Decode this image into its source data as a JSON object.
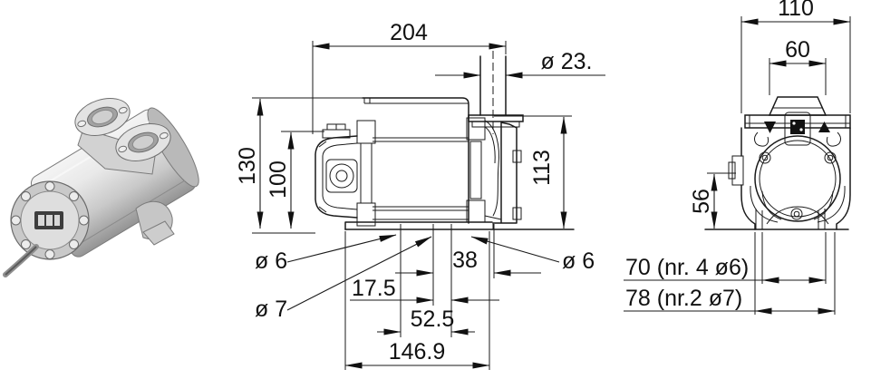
{
  "page": {
    "background": "#ffffff",
    "line_color": "#1a1a1a"
  },
  "side_view": {
    "length": "204",
    "pipe_diameter": "ø 23.",
    "overall_height": "130",
    "body_height": "100",
    "port_height": "113",
    "hole_left_dia": "ø 6",
    "hole_right_dia": "ø 6",
    "hole_mid_dia": "ø 7",
    "hole_spacing_a": "38",
    "hole_spacing_b": "17.5",
    "hole_spacing_c": "52.5",
    "base_length": "146.9"
  },
  "front_view": {
    "overall_width": "110",
    "port_flange_width": "60",
    "axis_height": "56",
    "foot_holes_note_a": "70 (nr. 4 ø6)",
    "foot_holes_note_b": "78 (nr.2 ø7)"
  }
}
